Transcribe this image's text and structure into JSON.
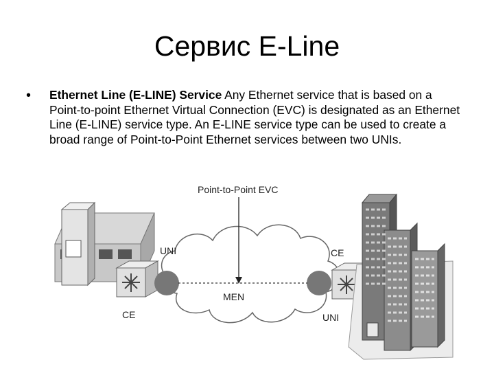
{
  "slide": {
    "title": "Сервис E-Line",
    "bullet": {
      "marker": "•",
      "term": "Ethernet Line (E-LINE) Service",
      "text": " Any Ethernet service that is based on a Point-to-point Ethernet Virtual Connection (EVC) is designated as an Ethernet Line (E-LINE) service type. An E-LINE service type can be used to create a broad range of Point-to-Point Ethernet services between two UNIs."
    }
  },
  "diagram": {
    "evc_label": "Point-to-Point EVC",
    "cloud_label": "MEN",
    "left_uni_label": "UNI",
    "left_ce_label": "CE",
    "right_ce_label": "CE",
    "right_uni_label": "UNI"
  }
}
